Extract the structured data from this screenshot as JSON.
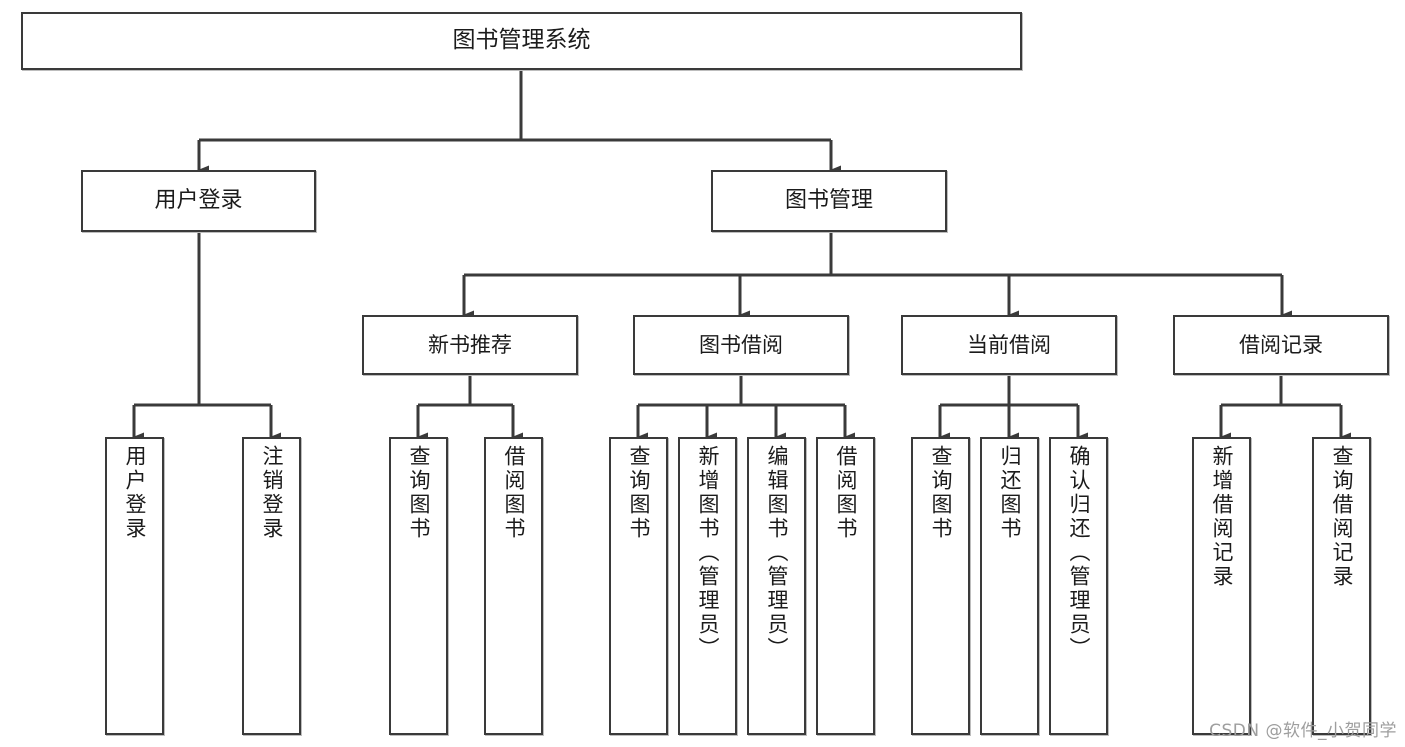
{
  "diagram": {
    "title": "图书管理系统",
    "type": "tree-hierarchy",
    "watermark": "CSDN @软件_小贺同学",
    "colors": {
      "stroke": "#3a3a3a",
      "fill": "#ffffff",
      "text": "#1b1b1b",
      "watermark": "#9e9e9e"
    },
    "root": {
      "id": "root",
      "label": "图书管理系统"
    },
    "level2": [
      {
        "id": "user-login",
        "label": "用户登录"
      },
      {
        "id": "book-manage",
        "label": "图书管理"
      }
    ],
    "level3": [
      {
        "id": "new-book-rec",
        "label": "新书推荐",
        "parent": "book-manage"
      },
      {
        "id": "book-borrow",
        "label": "图书借阅",
        "parent": "book-manage"
      },
      {
        "id": "current-borrow",
        "label": "当前借阅",
        "parent": "book-manage"
      },
      {
        "id": "borrow-record",
        "label": "借阅记录",
        "parent": "book-manage"
      }
    ],
    "leaves": [
      {
        "id": "leaf-user-login",
        "label": "用户登录",
        "parent": "user-login"
      },
      {
        "id": "leaf-logout",
        "label": "注销登录",
        "parent": "user-login"
      },
      {
        "id": "leaf-query-book-1",
        "label": "查询图书",
        "parent": "new-book-rec"
      },
      {
        "id": "leaf-borrow-book-1",
        "label": "借阅图书",
        "parent": "new-book-rec"
      },
      {
        "id": "leaf-query-book-2",
        "label": "查询图书",
        "parent": "book-borrow"
      },
      {
        "id": "leaf-add-book",
        "label": "新增图书（管理员）",
        "parent": "book-borrow"
      },
      {
        "id": "leaf-edit-book",
        "label": "编辑图书（管理员）",
        "parent": "book-borrow"
      },
      {
        "id": "leaf-borrow-book-2",
        "label": "借阅图书",
        "parent": "book-borrow"
      },
      {
        "id": "leaf-query-book-3",
        "label": "查询图书",
        "parent": "current-borrow"
      },
      {
        "id": "leaf-return-book",
        "label": "归还图书",
        "parent": "current-borrow"
      },
      {
        "id": "leaf-confirm-return",
        "label": "确认归还（管理员）",
        "parent": "current-borrow"
      },
      {
        "id": "leaf-add-record",
        "label": "新增借阅记录",
        "parent": "borrow-record"
      },
      {
        "id": "leaf-query-record",
        "label": "查询借阅记录",
        "parent": "borrow-record"
      }
    ]
  }
}
